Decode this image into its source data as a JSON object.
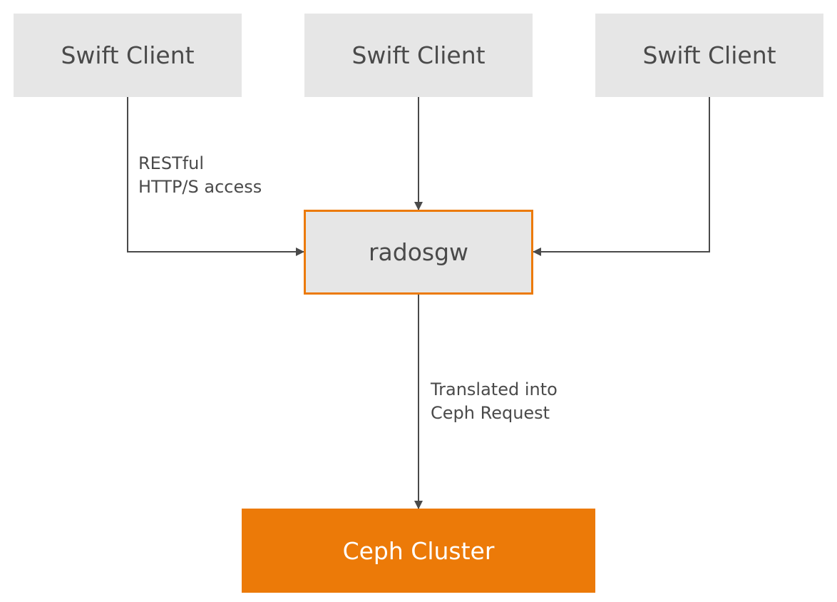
{
  "clients": [
    {
      "label": "Swift Client"
    },
    {
      "label": "Swift Client"
    },
    {
      "label": "Swift Client"
    }
  ],
  "gateway": {
    "label": "radosgw"
  },
  "cluster": {
    "label": "Ceph Cluster"
  },
  "edge_labels": {
    "client_access": [
      "RESTful",
      "HTTP/S access"
    ],
    "translation": [
      "Translated into",
      "Ceph Request"
    ]
  },
  "colors": {
    "node_fill": "#e6e6e6",
    "accent": "#ec7a08",
    "text": "#4a4a4a",
    "line": "#4a4a4a"
  }
}
